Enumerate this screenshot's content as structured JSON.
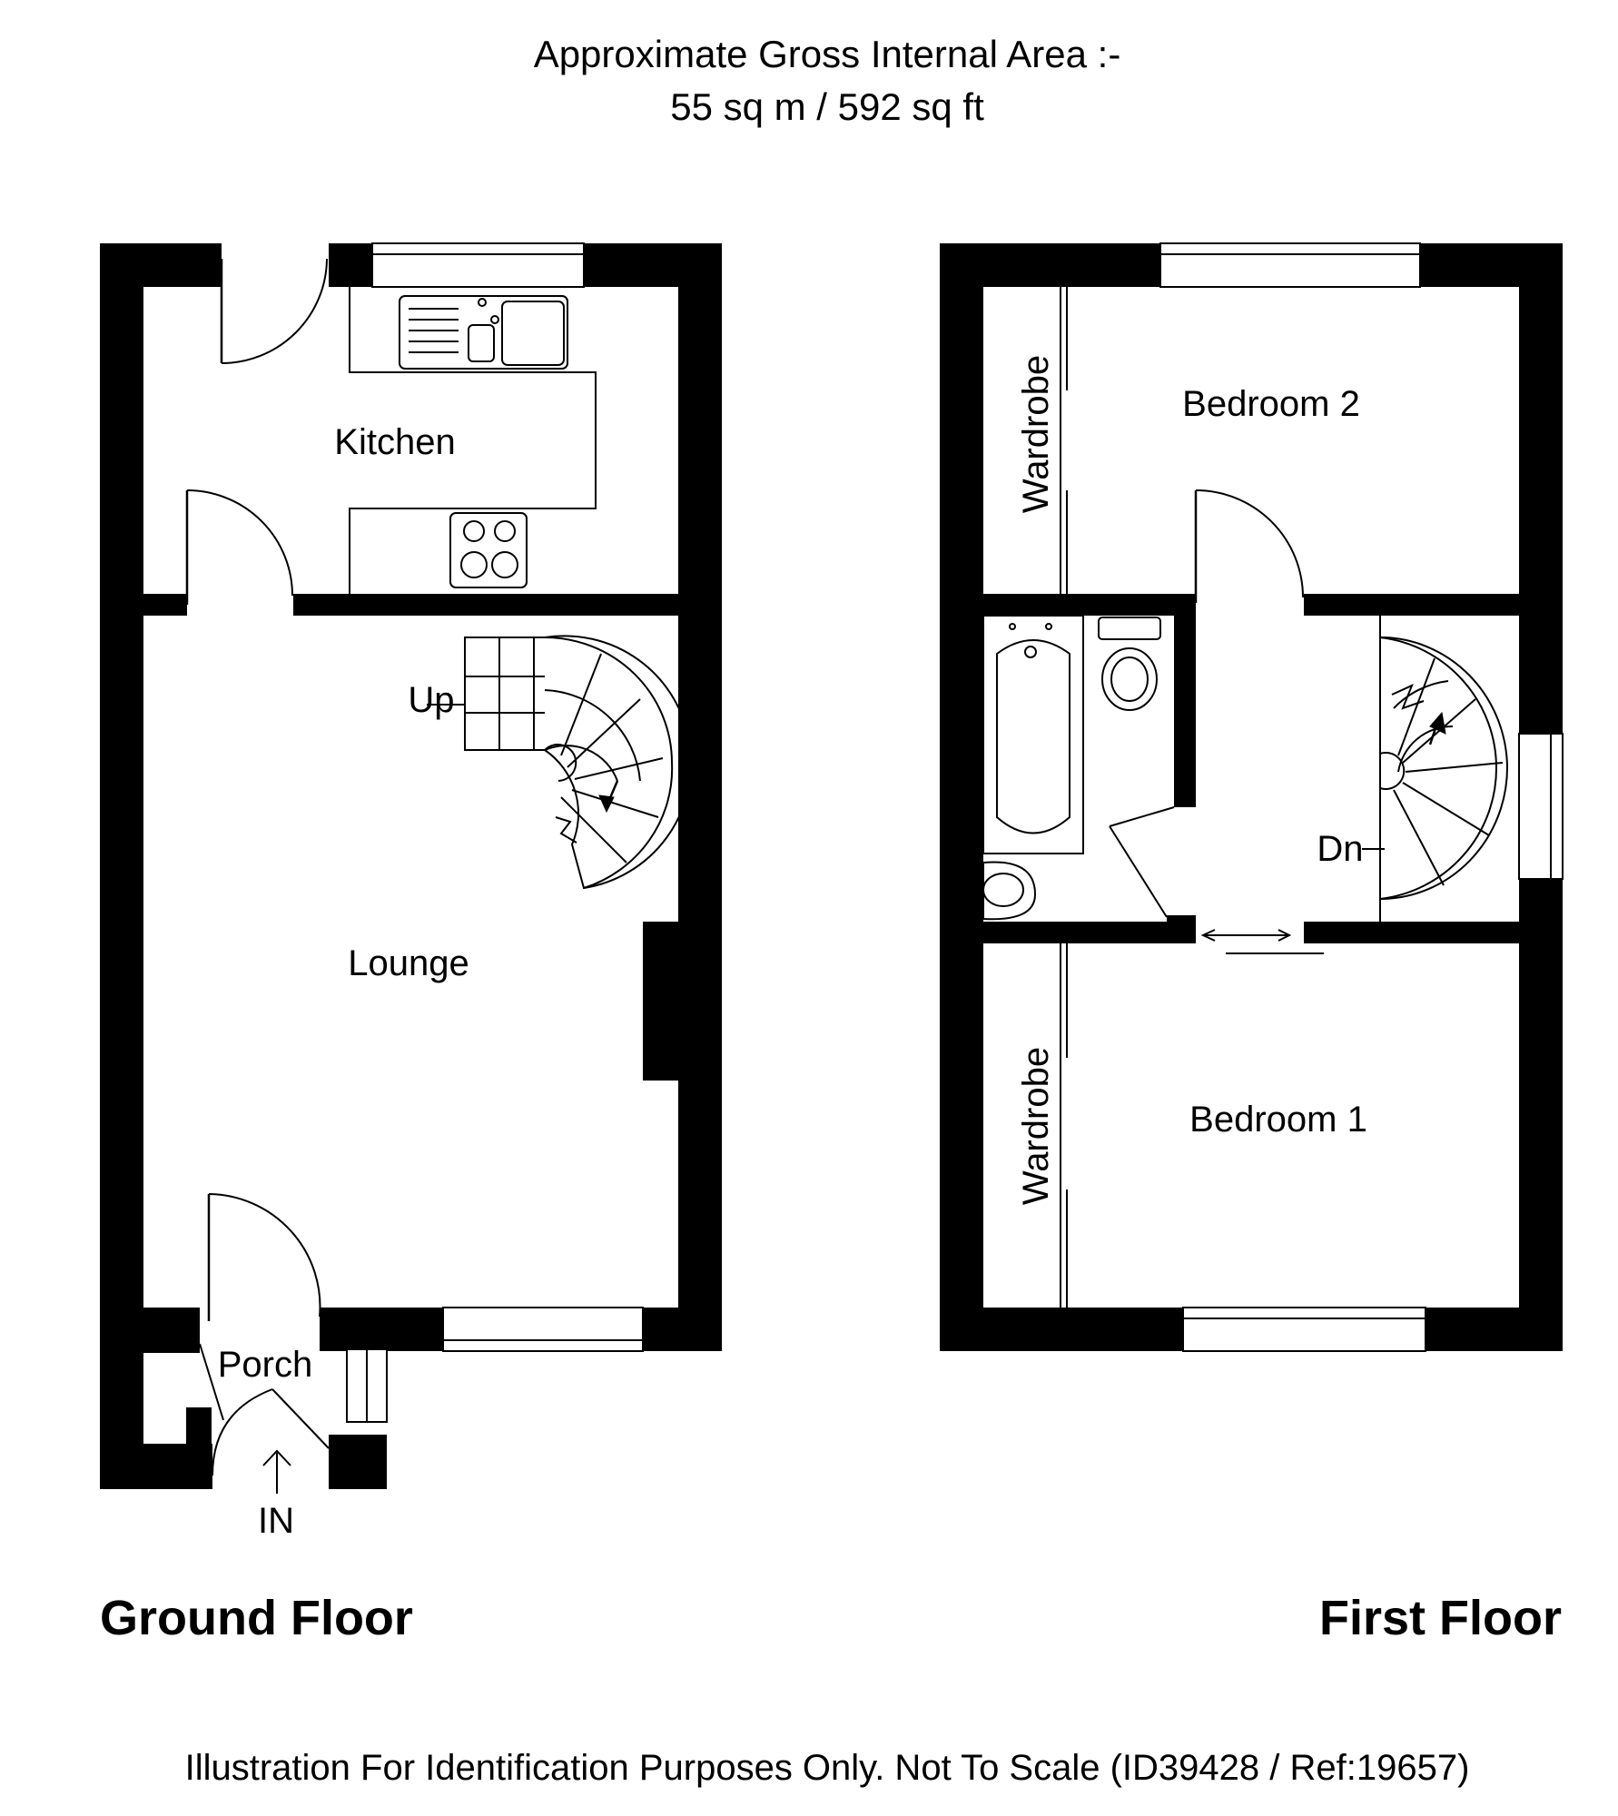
{
  "header": {
    "area_title": "Approximate Gross Internal Area :-",
    "area_value": "55 sq m / 592 sq ft"
  },
  "ground_floor": {
    "title": "Ground Floor",
    "rooms": {
      "kitchen": "Kitchen",
      "lounge": "Lounge",
      "porch": "Porch"
    },
    "stairs_label": "Up",
    "entrance_label": "IN"
  },
  "first_floor": {
    "title": "First Floor",
    "rooms": {
      "bedroom2": "Bedroom 2",
      "bedroom1": "Bedroom 1",
      "wardrobe_top": "Wardrobe",
      "wardrobe_bottom": "Wardrobe"
    },
    "stairs_label": "Dn"
  },
  "footer": {
    "disclaimer": "Illustration For Identification Purposes Only. Not To Scale (ID39428 / Ref:19657)"
  }
}
